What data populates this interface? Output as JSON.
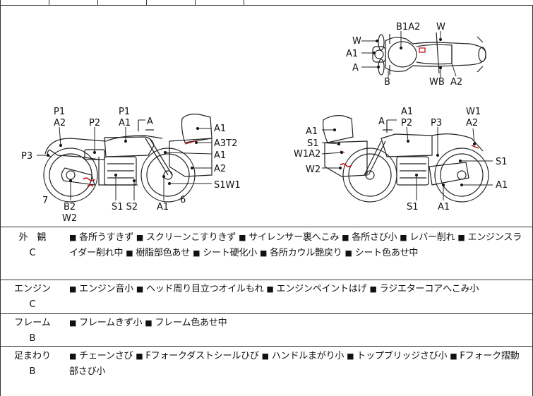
{
  "diagram_labels": {
    "top_view": {
      "w_left": "W",
      "a1_left": "A1",
      "a_left": "A",
      "b_bottom": "B",
      "b1a2_top": "B1A2",
      "w_top_right": "W",
      "wb_bottom": "WB",
      "a2_bottom": "A2"
    },
    "left_side": {
      "p1a2_p1": "P1",
      "p1a2_a2": "A2",
      "p2": "P2",
      "p1a1_p1": "P1",
      "p1a1_a1": "A1",
      "a_mirror": "A",
      "a1_screen": "A1",
      "a3t2": "A3T2",
      "a1_cover": "A1",
      "a2_cover": "A2",
      "s1w1": "S1W1",
      "p3": "P3",
      "seven": "7",
      "b2": "B2",
      "w2": "W2",
      "s1s2": "S1 S2",
      "a1_bottom": "A1",
      "six": "6"
    },
    "right_side": {
      "a1_top": "A1",
      "a_mirror": "A",
      "p2": "P2",
      "p3": "P3",
      "w1": "W1",
      "a2": "A2",
      "a1_screen": "A1",
      "s1": "S1",
      "w1a2": "W1A2",
      "w2": "W2",
      "s1_right": "S1",
      "a1_right": "A1",
      "s1_bottom": "S1",
      "a1_bottom": "A1"
    }
  },
  "sections": [
    {
      "category": "外　観",
      "grade": "C",
      "items": [
        "各所うすきず",
        "スクリーンこすりきず",
        "サイレンサー裏へこみ",
        "各所さび小",
        "レバー削れ",
        "エンジンスライダー削れ中",
        "樹脂部色あせ",
        "シート硬化小",
        "各所カウル艶戻り",
        "シート色あせ中"
      ]
    },
    {
      "category": "エンジン",
      "grade": "C",
      "items": [
        "エンジン音小",
        "ヘッド周り目立つオイルもれ",
        "エンジンペイントはげ",
        "ラジエターコアへこみ小"
      ]
    },
    {
      "category": "フレーム",
      "grade": "B",
      "items": [
        "フレームきず小",
        "フレーム色あせ中"
      ]
    },
    {
      "category": "足まわり",
      "grade": "B",
      "items": [
        "チェーンさび",
        "Fフォークダストシールひび",
        "ハンドルまがり小",
        "トップブリッジさび小",
        "Fフォーク摺動部さび小"
      ]
    }
  ],
  "bullet": "■",
  "accent_color": "#c00000"
}
